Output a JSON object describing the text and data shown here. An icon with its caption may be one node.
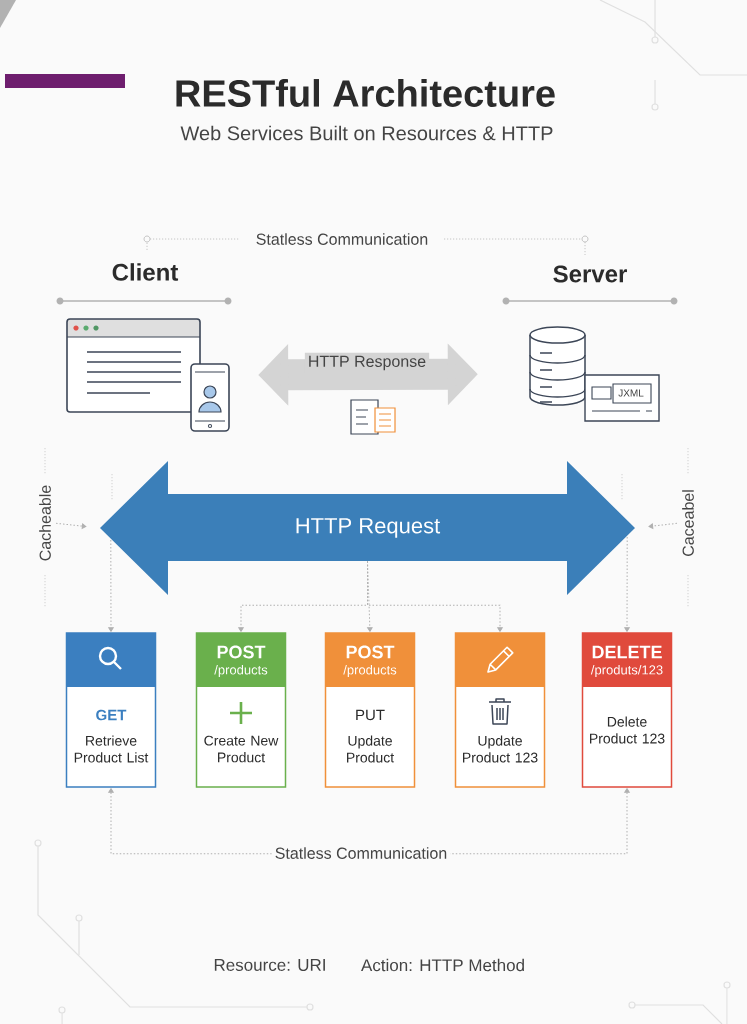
{
  "diagram": {
    "title": "RESTful Architecture",
    "nodes": [
      {
        "text": [
          "Client"
        ]
      },
      {
        "text": [
          "Server"
        ]
      },
      {
        "text": [
          "Cacheable"
        ]
      },
      {
        "text": [
          "HTTP Request"
        ]
      },
      {
        "text": [
          "Caceabel"
        ]
      },
      {
        "text": [
          "GET",
          "Retrieve Product List"
        ]
      },
      {
        "text": [
          "POST",
          "/products",
          "Create New Product"
        ]
      },
      {
        "text": [
          "POST",
          "/products",
          "PUT",
          "Update Product"
        ]
      },
      {
        "text": [
          "Update Product 123"
        ]
      },
      {
        "text": [
          "DELETE",
          "/produts/123",
          "Delete Product 123"
        ]
      }
    ],
    "edges": [
      {
        "from": 0,
        "to": 1,
        "arrow": "both",
        "label": "HTTP Response",
        "style": "thick",
        "color": "#d4d4d4"
      },
      {
        "from": 2,
        "to": 3,
        "arrow": "to",
        "style": "dashed"
      },
      {
        "from": 4,
        "to": 3,
        "arrow": "to",
        "style": "dashed"
      },
      {
        "from": 3,
        "to": 5,
        "arrow": "to",
        "style": "dashed"
      },
      {
        "from": 3,
        "to": 6,
        "arrow": "to",
        "style": "dashed"
      },
      {
        "from": 3,
        "to": 7,
        "arrow": "to",
        "style": "dashed"
      },
      {
        "from": 3,
        "to": 8,
        "arrow": "to",
        "style": "dashed"
      },
      {
        "from": 3,
        "to": 9,
        "arrow": "to",
        "style": "dashed"
      },
      {
        "from": 5,
        "to": 9,
        "arrow": "both",
        "label": "Statless Communication",
        "style": "dashed"
      }
    ],
    "labels": [
      "Web Services Built on Resources & HTTP",
      "Statless Communication",
      "JXML",
      "Resource: URI",
      "Action: HTTP Method"
    ]
  }
}
